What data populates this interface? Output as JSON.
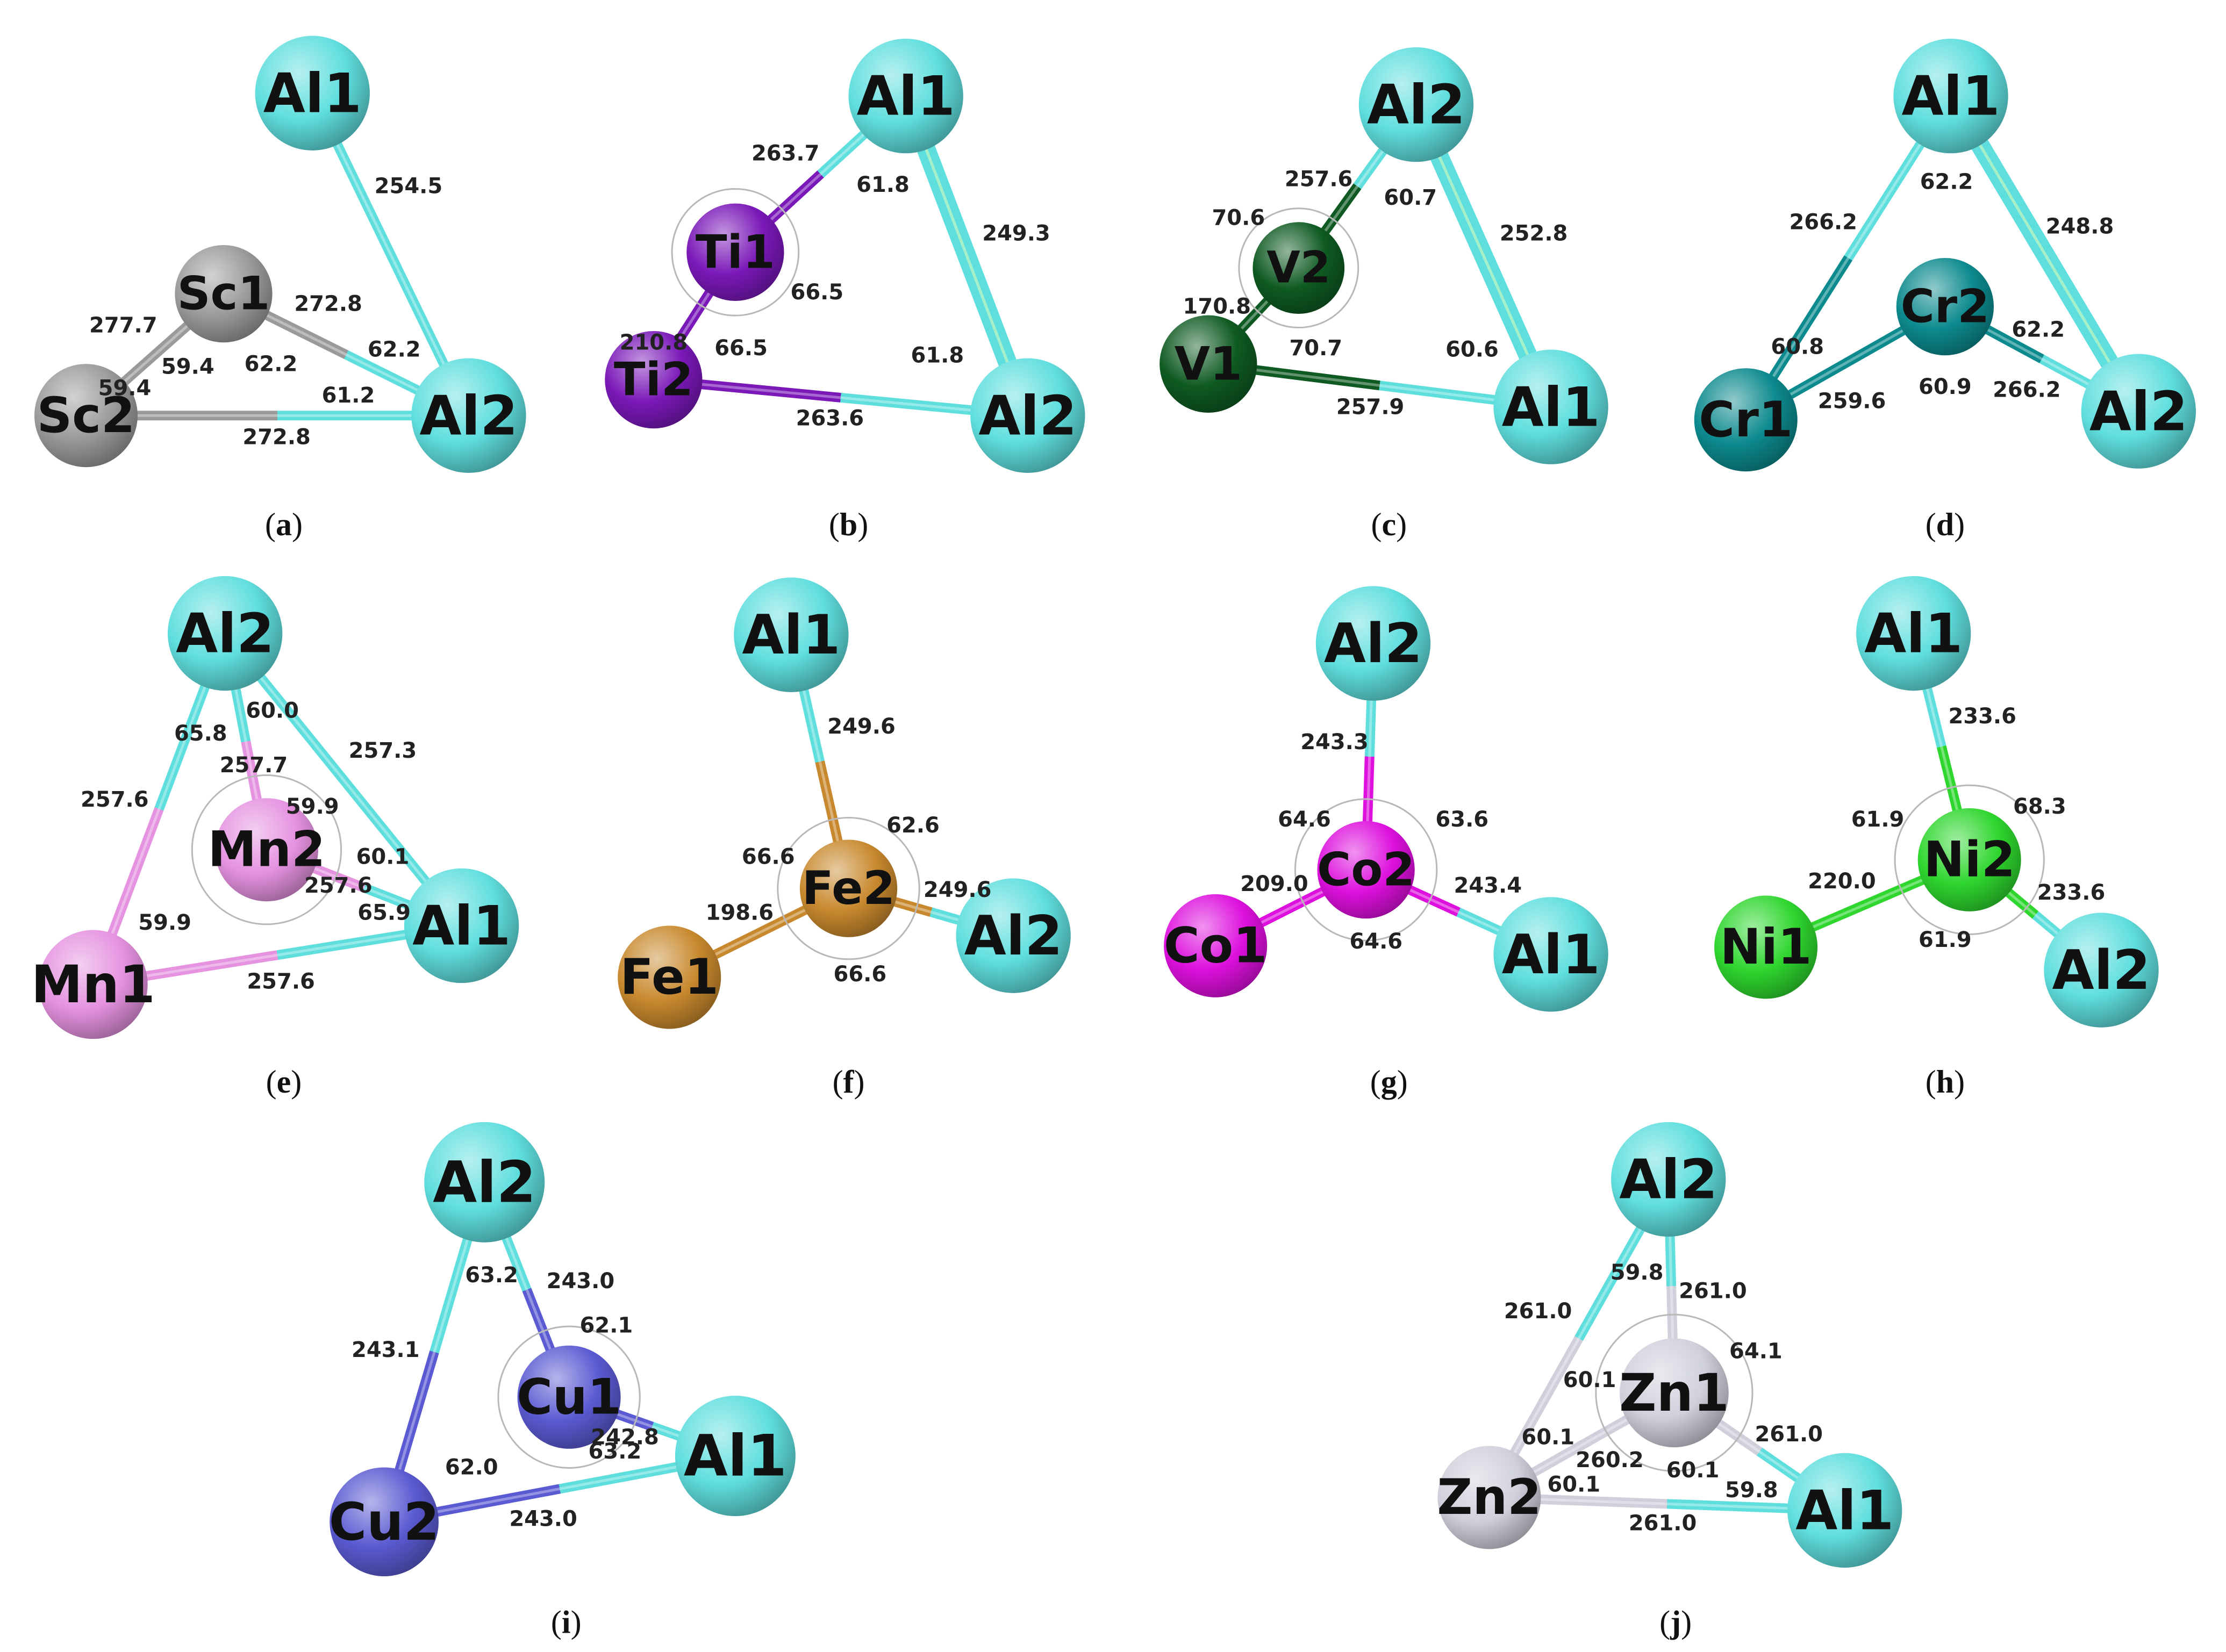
{
  "colors": {
    "Al": "#5fdede",
    "Sc": "#9a9a9a",
    "Ti": "#7a18b8",
    "V": "#0e5a22",
    "Cr": "#0c8a8e",
    "Mn": "#e592e0",
    "Fe": "#c8892e",
    "Co": "#dd10dd",
    "Ni": "#2ed62e",
    "Cu": "#5a5ad2",
    "Zn": "#cfd0dc"
  },
  "panels": [
    {
      "caption": "a",
      "atoms": [
        {
          "id": "Al1",
          "label": "Al1",
          "el": "Al"
        },
        {
          "id": "Sc1",
          "label": "Sc1",
          "el": "Sc"
        },
        {
          "id": "Sc2",
          "label": "Sc2",
          "el": "Sc"
        },
        {
          "id": "Al2",
          "label": "Al2",
          "el": "Al"
        }
      ],
      "bonds": [
        [
          "Al1",
          "Al2"
        ],
        [
          "Sc1",
          "Al2"
        ],
        [
          "Sc2",
          "Al2"
        ],
        [
          "Sc1",
          "Sc2"
        ]
      ],
      "values": [
        "254.5",
        "277.7",
        "272.8",
        "59.4",
        "62.2",
        "62.2",
        "59.4",
        "61.2",
        "272.8"
      ]
    },
    {
      "caption": "b",
      "atoms": [
        {
          "id": "Al1",
          "label": "Al1",
          "el": "Al"
        },
        {
          "id": "Ti1",
          "label": "Ti1",
          "el": "Ti"
        },
        {
          "id": "Ti2",
          "label": "Ti2",
          "el": "Ti"
        },
        {
          "id": "Al2",
          "label": "Al2",
          "el": "Al"
        }
      ],
      "bonds": [
        [
          "Ti1",
          "Al1"
        ],
        [
          "Ti1",
          "Ti2"
        ],
        [
          "Ti2",
          "Al2"
        ],
        [
          "Al1",
          "Al2"
        ]
      ],
      "values": [
        "263.7",
        "61.8",
        "249.3",
        "210.8",
        "66.5",
        "66.5",
        "61.8",
        "263.6"
      ]
    },
    {
      "caption": "c",
      "atoms": [
        {
          "id": "Al2",
          "label": "Al2",
          "el": "Al"
        },
        {
          "id": "V2",
          "label": "V2",
          "el": "V"
        },
        {
          "id": "V1",
          "label": "V1",
          "el": "V"
        },
        {
          "id": "Al1",
          "label": "Al1",
          "el": "Al"
        }
      ],
      "bonds": [
        [
          "V2",
          "Al2"
        ],
        [
          "V2",
          "V1"
        ],
        [
          "V1",
          "Al1"
        ],
        [
          "Al2",
          "Al1"
        ]
      ],
      "values": [
        "257.6",
        "60.7",
        "252.8",
        "70.6",
        "170.8",
        "70.7",
        "60.6",
        "257.9"
      ]
    },
    {
      "caption": "d",
      "atoms": [
        {
          "id": "Al1",
          "label": "Al1",
          "el": "Al"
        },
        {
          "id": "Cr2",
          "label": "Cr2",
          "el": "Cr"
        },
        {
          "id": "Cr1",
          "label": "Cr1",
          "el": "Cr"
        },
        {
          "id": "Al2",
          "label": "Al2",
          "el": "Al"
        }
      ],
      "bonds": [
        [
          "Al1",
          "Cr1"
        ],
        [
          "Al1",
          "Al2"
        ],
        [
          "Cr1",
          "Cr2"
        ],
        [
          "Cr2",
          "Al2"
        ]
      ],
      "values": [
        "266.2",
        "62.2",
        "248.8",
        "60.8",
        "62.2",
        "259.6",
        "60.9",
        "266.2"
      ]
    },
    {
      "caption": "e",
      "atoms": [
        {
          "id": "Al2",
          "label": "Al2",
          "el": "Al"
        },
        {
          "id": "Mn2",
          "label": "Mn2",
          "el": "Mn"
        },
        {
          "id": "Mn1",
          "label": "Mn1",
          "el": "Mn"
        },
        {
          "id": "Al1",
          "label": "Al1",
          "el": "Al"
        }
      ],
      "bonds": [
        [
          "Al2",
          "Mn1"
        ],
        [
          "Al2",
          "Al1"
        ],
        [
          "Al2",
          "Mn2"
        ],
        [
          "Mn2",
          "Al1"
        ],
        [
          "Mn1",
          "Al1"
        ]
      ],
      "values": [
        "60.0",
        "65.8",
        "257.3",
        "257.7",
        "257.6",
        "59.9",
        "60.1",
        "257.6",
        "65.9",
        "59.9",
        "257.6"
      ]
    },
    {
      "caption": "f",
      "atoms": [
        {
          "id": "Al1",
          "label": "Al1",
          "el": "Al"
        },
        {
          "id": "Fe2",
          "label": "Fe2",
          "el": "Fe"
        },
        {
          "id": "Fe1",
          "label": "Fe1",
          "el": "Fe"
        },
        {
          "id": "Al2",
          "label": "Al2",
          "el": "Al"
        }
      ],
      "bonds": [
        [
          "Al1",
          "Fe2"
        ],
        [
          "Fe2",
          "Fe1"
        ],
        [
          "Fe2",
          "Al2"
        ]
      ],
      "values": [
        "249.6",
        "62.6",
        "66.6",
        "198.6",
        "249.6",
        "66.6"
      ]
    },
    {
      "caption": "g",
      "atoms": [
        {
          "id": "Al2",
          "label": "Al2",
          "el": "Al"
        },
        {
          "id": "Co2",
          "label": "Co2",
          "el": "Co"
        },
        {
          "id": "Co1",
          "label": "Co1",
          "el": "Co"
        },
        {
          "id": "Al1",
          "label": "Al1",
          "el": "Al"
        }
      ],
      "bonds": [
        [
          "Al2",
          "Co2"
        ],
        [
          "Co2",
          "Co1"
        ],
        [
          "Co2",
          "Al1"
        ]
      ],
      "values": [
        "243.3",
        "64.6",
        "63.6",
        "209.0",
        "243.4",
        "64.6"
      ]
    },
    {
      "caption": "h",
      "atoms": [
        {
          "id": "Al1",
          "label": "Al1",
          "el": "Al"
        },
        {
          "id": "Ni2",
          "label": "Ni2",
          "el": "Ni"
        },
        {
          "id": "Ni1",
          "label": "Ni1",
          "el": "Ni"
        },
        {
          "id": "Al2",
          "label": "Al2",
          "el": "Al"
        }
      ],
      "bonds": [
        [
          "Al1",
          "Ni2"
        ],
        [
          "Ni2",
          "Ni1"
        ],
        [
          "Ni2",
          "Al2"
        ]
      ],
      "values": [
        "233.6",
        "61.9",
        "68.3",
        "220.0",
        "233.6",
        "61.9"
      ]
    },
    {
      "caption": "i",
      "atoms": [
        {
          "id": "Al2",
          "label": "Al2",
          "el": "Al"
        },
        {
          "id": "Cu1",
          "label": "Cu1",
          "el": "Cu"
        },
        {
          "id": "Cu2",
          "label": "Cu2",
          "el": "Cu"
        },
        {
          "id": "Al1",
          "label": "Al1",
          "el": "Al"
        }
      ],
      "bonds": [
        [
          "Al2",
          "Cu2"
        ],
        [
          "Al2",
          "Cu1"
        ],
        [
          "Cu1",
          "Al1"
        ],
        [
          "Cu2",
          "Al1"
        ]
      ],
      "values": [
        "63.2",
        "243.0",
        "62.1",
        "243.1",
        "242.8",
        "63.2",
        "62.0",
        "243.0"
      ]
    },
    {
      "caption": "j",
      "atoms": [
        {
          "id": "Al2",
          "label": "Al2",
          "el": "Al"
        },
        {
          "id": "Zn1",
          "label": "Zn1",
          "el": "Zn"
        },
        {
          "id": "Zn2",
          "label": "Zn2",
          "el": "Zn"
        },
        {
          "id": "Al1",
          "label": "Al1",
          "el": "Al"
        }
      ],
      "bonds": [
        [
          "Al2",
          "Zn2"
        ],
        [
          "Al2",
          "Zn1"
        ],
        [
          "Zn1",
          "Al1"
        ],
        [
          "Zn2",
          "Al1"
        ],
        [
          "Zn1",
          "Zn2"
        ]
      ],
      "values": [
        "59.8",
        "261.0",
        "261.0",
        "64.1",
        "60.1",
        "60.1",
        "260.2",
        "60.1",
        "261.0",
        "60.1",
        "59.8",
        "261.0"
      ]
    }
  ]
}
